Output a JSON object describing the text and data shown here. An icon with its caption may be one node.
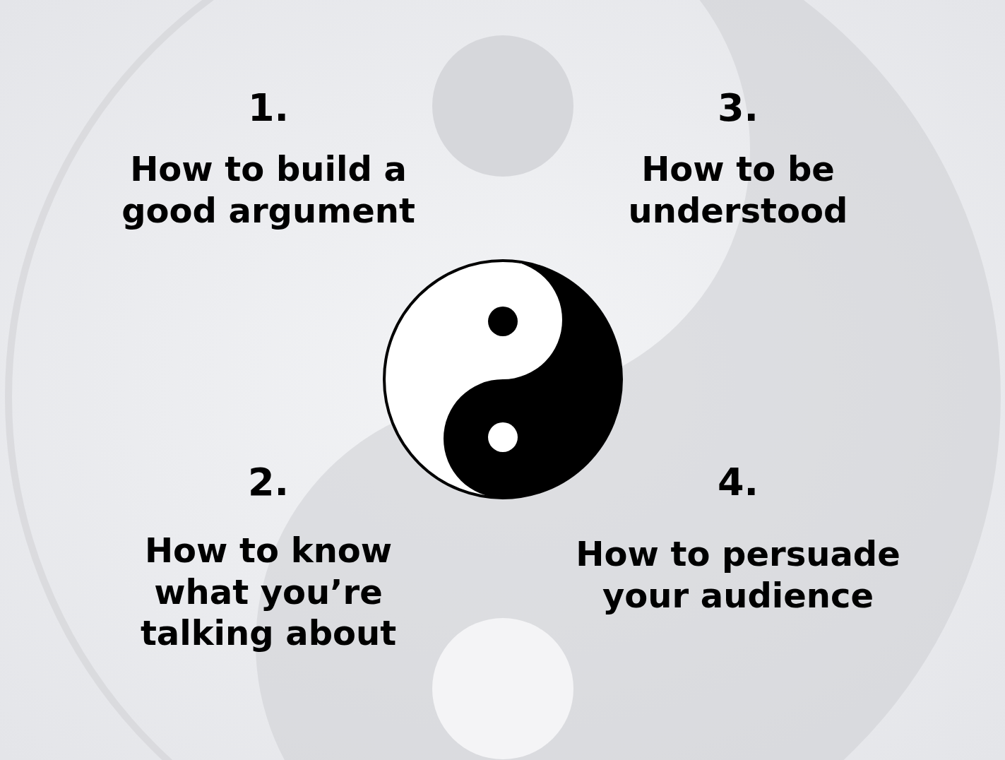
{
  "diagram": {
    "labels": [
      "1.",
      "How to build a good argument",
      "3.",
      "How to be understood",
      "2.",
      "How to know what you’re talking about",
      "4.",
      "How to persuade your audience"
    ]
  }
}
